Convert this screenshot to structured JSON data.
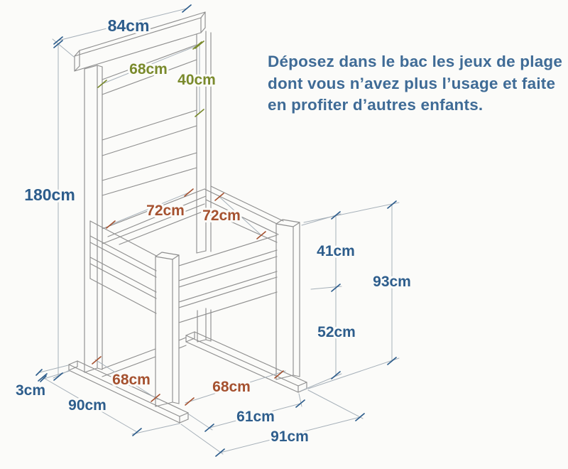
{
  "note": {
    "lines": [
      "Déposez dans le bac les jeux de plage",
      "dont vous n’avez plus l’usage et faite",
      "en profiter d’autres enfants."
    ]
  },
  "dims": {
    "back_width": "84cm",
    "total_height": "180cm",
    "back_inner_width": "68cm",
    "back_panel_gap": "40cm",
    "box_inner_width": "72cm",
    "box_depth": "72cm",
    "box_height": "41cm",
    "leg_clearance": "52cm",
    "side_total_height": "93cm",
    "runner_thickness": "3cm",
    "runner_length": "90cm",
    "post_spacing_side": "68cm",
    "post_spacing_front": "68cm",
    "runner_gap": "61cm",
    "base_diagonal": "91cm"
  },
  "colors": {
    "blue": "#2d5d8c",
    "green": "#7a8a2c",
    "red": "#a5512f",
    "note": "#3f6b96",
    "line": "#8f8f8f",
    "dimline": "#a6b0b9",
    "bg": "#fbfbf9"
  }
}
